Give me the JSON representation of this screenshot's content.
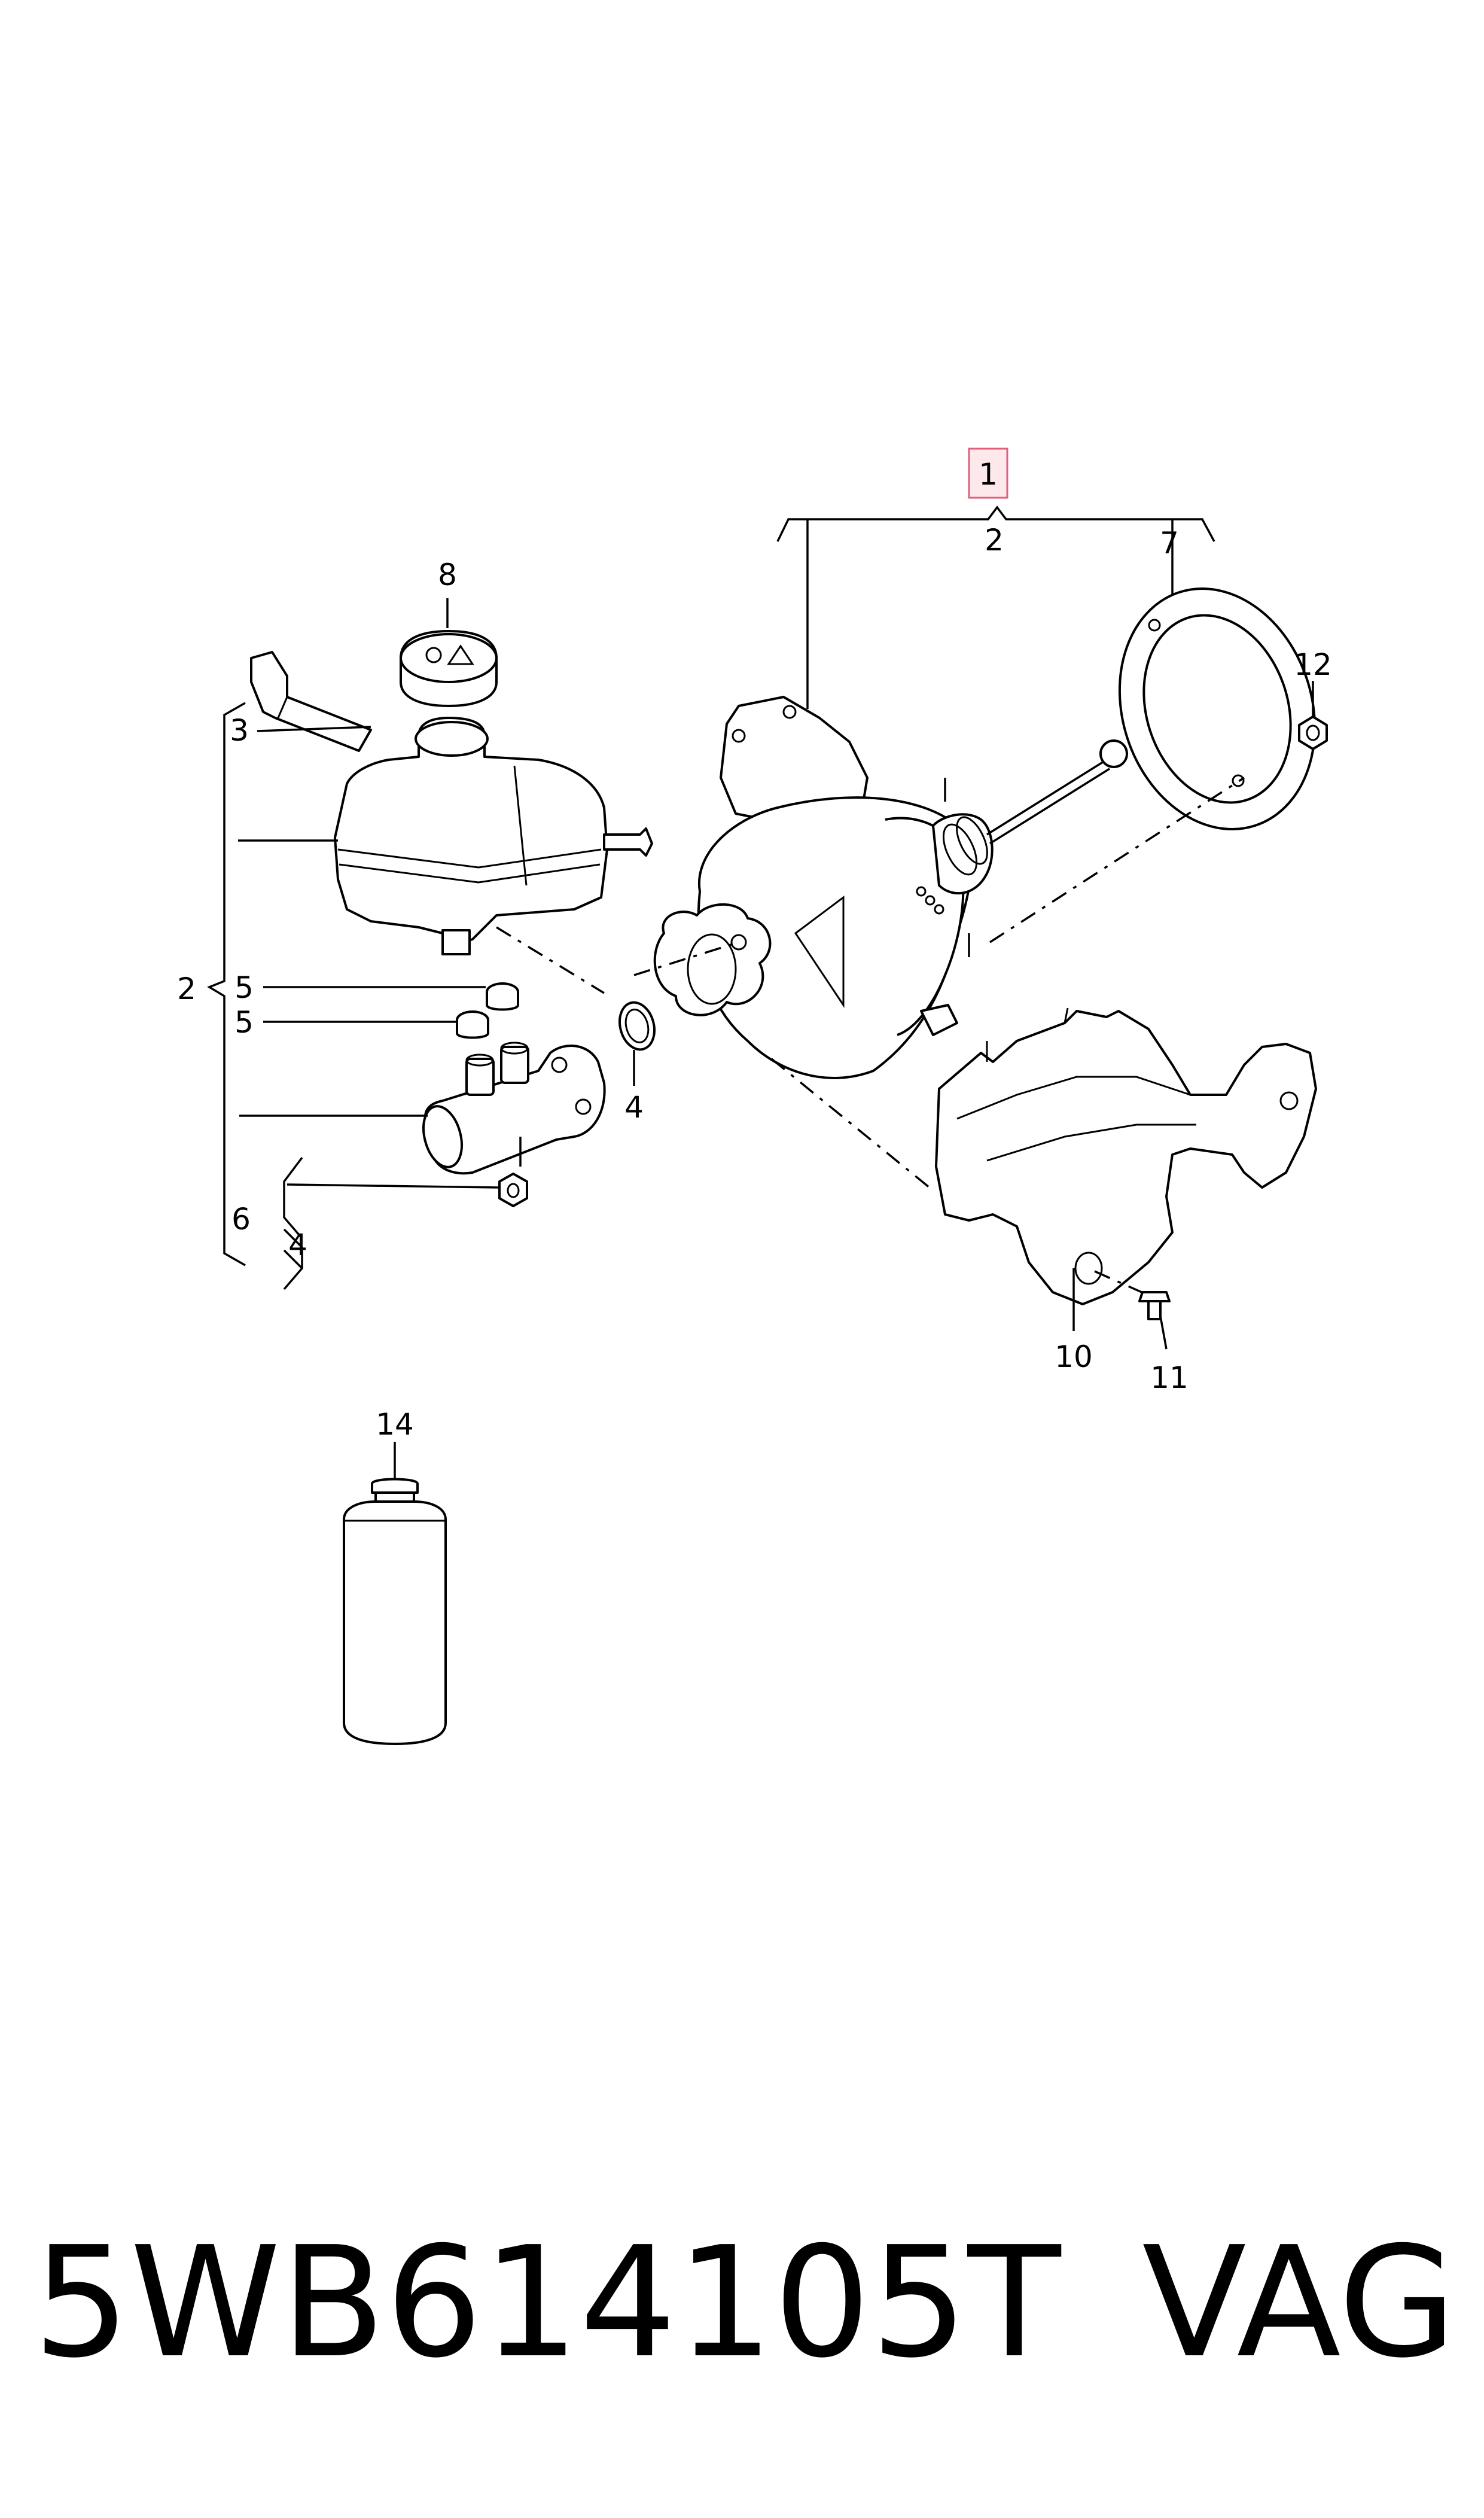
{
  "callouts": {
    "c1": "1",
    "c2_top": "2",
    "c2_left": "2",
    "c3": "3",
    "c4_ring": "4",
    "c4_lower": "4",
    "c5_upper": "5",
    "c5_lower": "5",
    "c6": "6",
    "c7": "7",
    "c8": "8",
    "c10": "10",
    "c11": "11",
    "c12": "12",
    "c14": "14"
  },
  "footer": {
    "part_number": "5WB614105T",
    "brand": "VAG"
  },
  "colors": {
    "highlight_fill": "#fde8ec",
    "highlight_stroke": "#e0607a"
  }
}
